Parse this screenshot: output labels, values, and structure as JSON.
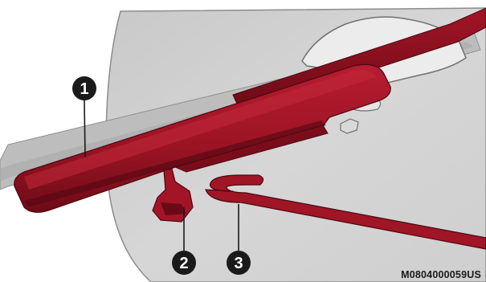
{
  "figure": {
    "callouts": [
      {
        "id": "callout-1",
        "number": "1"
      },
      {
        "id": "callout-2",
        "number": "2"
      },
      {
        "id": "callout-3",
        "number": "3"
      }
    ],
    "image_code": "M0804000059US"
  },
  "colors": {
    "background": "#ffffff",
    "vehicle_body": "#d2d2d2",
    "window_glass": "#b9b9b9",
    "wiper_part": "#a31526",
    "wiper_dark": "#5e0913",
    "callout_fill": "#1a1a1a"
  }
}
